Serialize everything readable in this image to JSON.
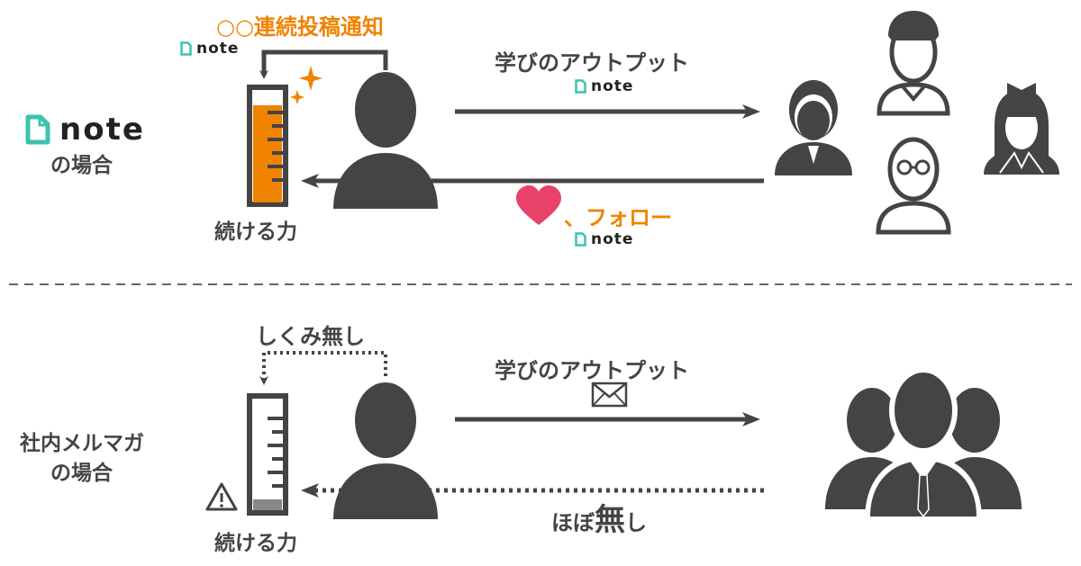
{
  "top": {
    "logo_text": "note",
    "case_label": "の場合",
    "notify_label": "○○連続投稿通知",
    "notify_brand": "note",
    "gauge_label": "続ける力",
    "arrow_out_label": "学びのアウトプット",
    "arrow_out_brand": "note",
    "arrow_back_label": "、フォロー",
    "arrow_back_brand": "note",
    "heart_icon": "heart-icon",
    "accent_color": "#f08300",
    "brand_color": "#3cc3b0",
    "heart_color": "#e8426a"
  },
  "bottom": {
    "case_label_1": "社内メルマガ",
    "case_label_2": "の場合",
    "loop_label": "しくみ無し",
    "gauge_label": "続ける力",
    "arrow_out_label": "学びのアウトプット",
    "mail_icon": "envelope-icon",
    "arrow_back_label_pre": "ほぼ",
    "arrow_back_label_big": "無",
    "arrow_back_label_post": "し",
    "warning_icon": "warning-icon"
  }
}
